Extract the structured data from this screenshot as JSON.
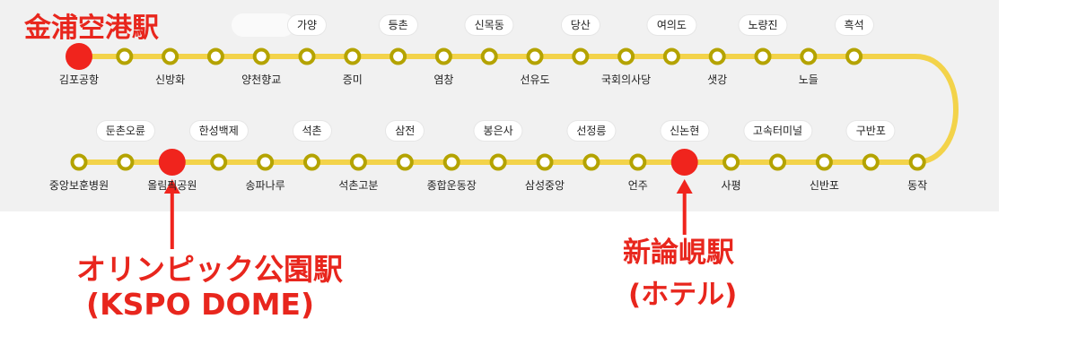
{
  "colors": {
    "line": "#f3d34a",
    "station_ring": "#b4a300",
    "station_fill": "#ffffff",
    "highlight": "#f0241d",
    "annotation_text": "#e8261d",
    "map_background": "#f1f1f1"
  },
  "top_row": [
    {
      "name": "김포공항",
      "label_pos": "below",
      "highlight": true
    },
    {
      "name": "",
      "label_pos": "none"
    },
    {
      "name": "신방화",
      "label_pos": "below"
    },
    {
      "name": "",
      "label_pos": "none"
    },
    {
      "name": "양천향교",
      "label_pos": "below"
    },
    {
      "name": "가양",
      "label_pos": "above"
    },
    {
      "name": "증미",
      "label_pos": "below"
    },
    {
      "name": "등촌",
      "label_pos": "above"
    },
    {
      "name": "염창",
      "label_pos": "below"
    },
    {
      "name": "신목동",
      "label_pos": "above"
    },
    {
      "name": "선유도",
      "label_pos": "below"
    },
    {
      "name": "당산",
      "label_pos": "above"
    },
    {
      "name": "국회의사당",
      "label_pos": "below"
    },
    {
      "name": "여의도",
      "label_pos": "above"
    },
    {
      "name": "샛강",
      "label_pos": "below"
    },
    {
      "name": "노량진",
      "label_pos": "above"
    },
    {
      "name": "노들",
      "label_pos": "below"
    },
    {
      "name": "흑석",
      "label_pos": "above"
    }
  ],
  "bottom_row": [
    {
      "name": "중앙보훈병원",
      "label_pos": "below"
    },
    {
      "name": "둔촌오륜",
      "label_pos": "above"
    },
    {
      "name": "올림픽공원",
      "label_pos": "below",
      "highlight": true
    },
    {
      "name": "한성백제",
      "label_pos": "above"
    },
    {
      "name": "송파나루",
      "label_pos": "below"
    },
    {
      "name": "석촌",
      "label_pos": "above"
    },
    {
      "name": "석촌고분",
      "label_pos": "below"
    },
    {
      "name": "삼전",
      "label_pos": "above"
    },
    {
      "name": "종합운동장",
      "label_pos": "below"
    },
    {
      "name": "봉은사",
      "label_pos": "above"
    },
    {
      "name": "삼성중앙",
      "label_pos": "below"
    },
    {
      "name": "선정릉",
      "label_pos": "above"
    },
    {
      "name": "언주",
      "label_pos": "below"
    },
    {
      "name": "신논현",
      "label_pos": "above",
      "highlight": true
    },
    {
      "name": "사평",
      "label_pos": "below"
    },
    {
      "name": "고속터미널",
      "label_pos": "above"
    },
    {
      "name": "신반포",
      "label_pos": "below"
    },
    {
      "name": "구반포",
      "label_pos": "above"
    },
    {
      "name": "동작",
      "label_pos": "below"
    }
  ],
  "annotations": {
    "gimpo": "金浦空港駅",
    "olympic_line1": "オリンピック公園駅",
    "olympic_line2": "(KSPO DOME)",
    "sinnonhyeon_line1": "新論峴駅",
    "sinnonhyeon_line2": "(ホテル)"
  }
}
